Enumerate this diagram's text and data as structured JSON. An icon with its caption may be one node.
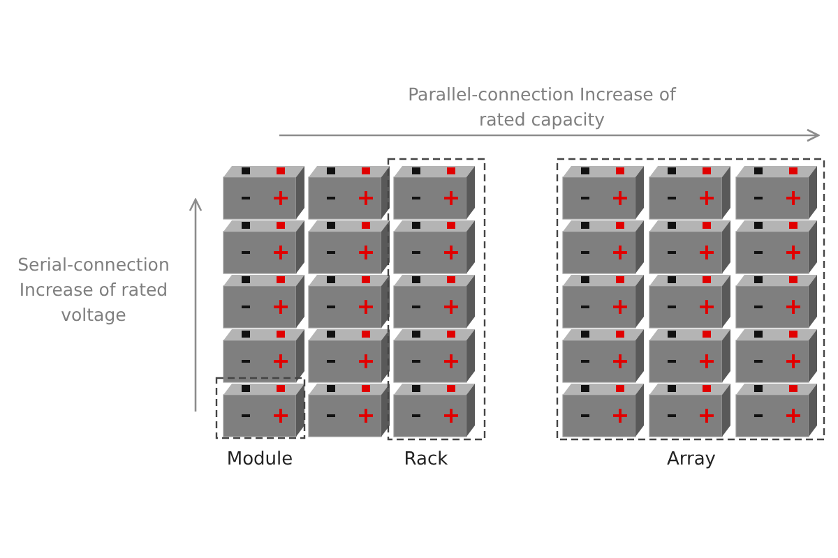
{
  "diagram": {
    "labels": [
      "Parallel-connection Increase of rated capacity",
      "Serial-connection Increase of rated voltage",
      "Module",
      "Rack",
      "Array"
    ]
  }
}
